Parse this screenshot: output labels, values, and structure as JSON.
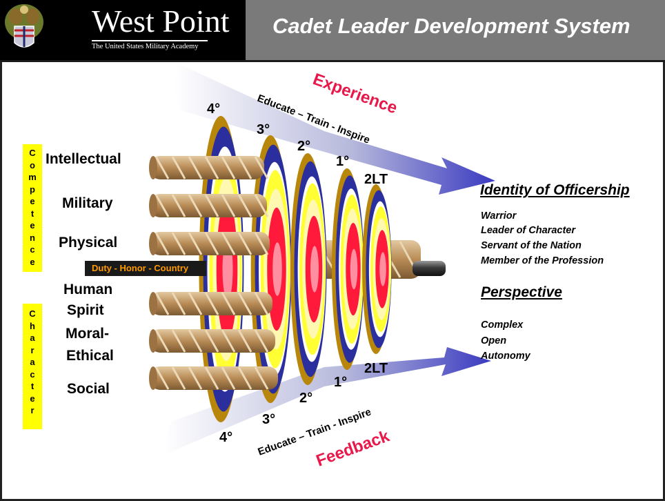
{
  "header": {
    "logo_title": "West Point",
    "logo_subtitle": "The United States Military Academy",
    "slide_title": "Cadet Leader Development System"
  },
  "left": {
    "competence_strip": [
      "C",
      "o",
      "m",
      "p",
      "e",
      "t",
      "e",
      "n",
      "c",
      "e"
    ],
    "character_strip": [
      "C",
      "h",
      "a",
      "r",
      "a",
      "c",
      "t",
      "e",
      "r"
    ],
    "labels": {
      "intellectual": "Intellectual",
      "military": "Military",
      "physical": "Physical",
      "human_spirit_1": "Human",
      "human_spirit_2": "Spirit",
      "moral_1": "Moral-",
      "moral_2": "Ethical",
      "social": "Social"
    },
    "duty_bar": {
      "duty": "Duty",
      "sep1": " - ",
      "honor": "Honor",
      "sep2": " - ",
      "country": "Country"
    }
  },
  "diagram": {
    "top_arrow_label": "Experience",
    "top_arrow_sub": "Educate – Train - Inspire",
    "bottom_arrow_label": "Feedback",
    "bottom_arrow_sub": "Educate – Train - Inspire",
    "classes_top": [
      "4°",
      "3°",
      "2°",
      "1°",
      "2LT"
    ],
    "classes_bottom": [
      "4°",
      "3°",
      "2°",
      "1°",
      "2LT"
    ]
  },
  "right": {
    "identity_heading": "Identity of Officership",
    "identity_items": [
      "Warrior",
      "Leader of Character",
      "Servant of the Nation",
      "Member of the Profession"
    ],
    "perspective_heading": "Perspective",
    "perspective_items": [
      "Complex",
      "Open",
      "Autonomy"
    ]
  },
  "colors": {
    "header_black": "#000000",
    "header_gray": "#7a7a7a",
    "ring_gold": "#b8860b",
    "ring_blue": "#2b2f9e",
    "ring_yellow": "#ffff33",
    "ring_red": "#ff1a3c",
    "accent_red": "#e8194a",
    "strip_yellow": "#ffff00"
  }
}
